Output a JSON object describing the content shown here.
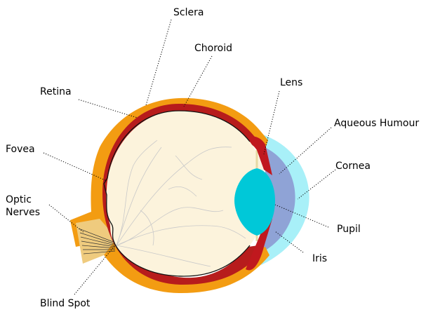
{
  "diagram": {
    "labels": {
      "sclera": "Sclera",
      "choroid": "Choroid",
      "retina": "Retina",
      "lens": "Lens",
      "aqueous_humour": "Aqueous Humour",
      "fovea": "Fovea",
      "cornea": "Cornea",
      "optic_nerves_line1": "Optic",
      "optic_nerves_line2": "Nerves",
      "pupil": "Pupil",
      "iris": "Iris",
      "blind_spot": "Blind Spot"
    },
    "colors": {
      "sclera": "#f39c12",
      "choroid": "#b71c1c",
      "retina_line": "#111111",
      "vitreous": "#fcf3dc",
      "lens": "#00c8d8",
      "cornea": "#a8f0f8",
      "aqueous": "#8fa3d6",
      "iris": "#c0181e",
      "optic_nerve": "#efcb7e",
      "zonule": "#e6d9a3"
    }
  }
}
